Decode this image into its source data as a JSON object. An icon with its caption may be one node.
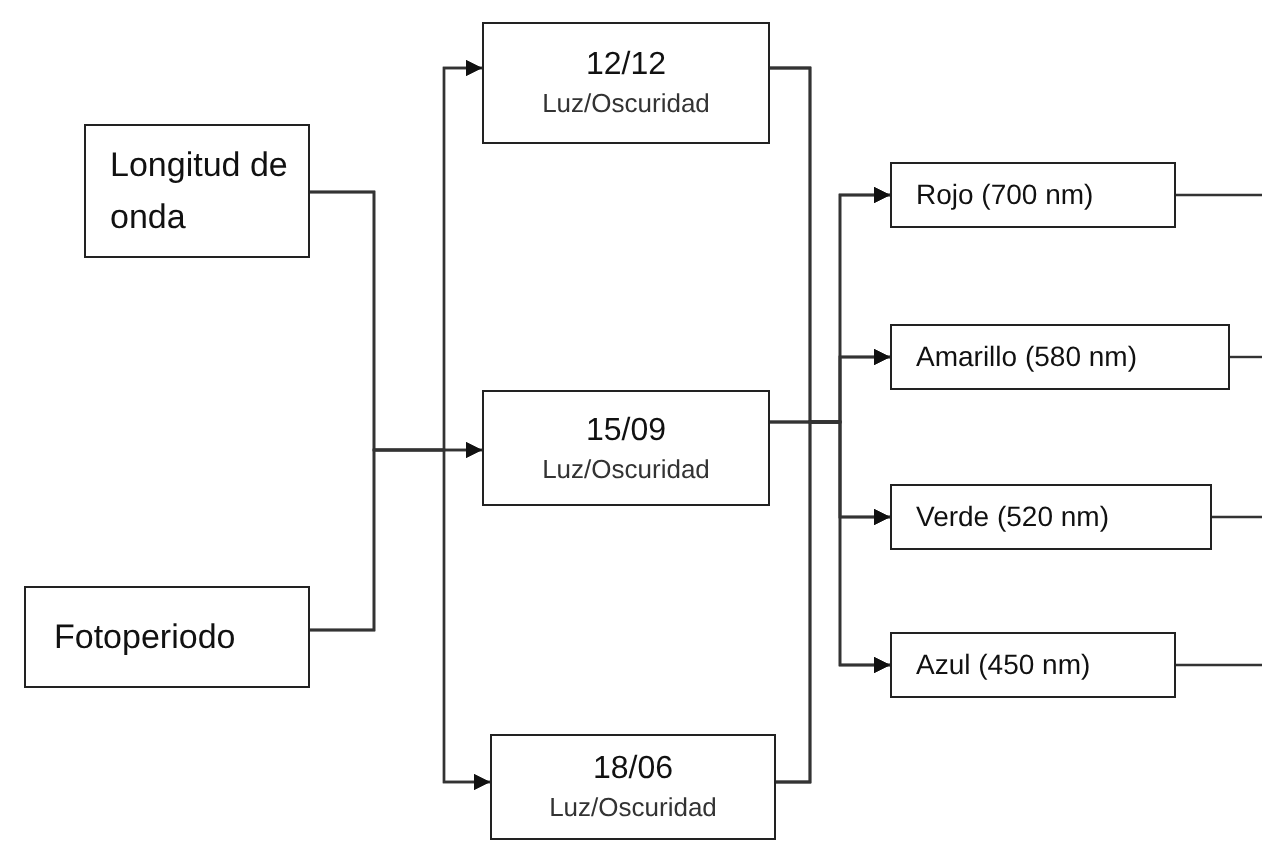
{
  "diagram": {
    "nodes": [
      {
        "text": [
          "Longitud de onda"
        ]
      },
      {
        "text": [
          "Fotoperiodo"
        ]
      },
      {
        "text": [
          "12/12",
          "Luz/Oscuridad"
        ]
      },
      {
        "text": [
          "15/09",
          "Luz/Oscuridad"
        ]
      },
      {
        "text": [
          "18/06",
          "Luz/Oscuridad"
        ]
      },
      {
        "text": [
          "Rojo (700 nm)"
        ]
      },
      {
        "text": [
          "Amarillo (580 nm)"
        ]
      },
      {
        "text": [
          "Verde (520 nm)"
        ]
      },
      {
        "text": [
          "Azul (450 nm)"
        ]
      }
    ],
    "edges": [
      {
        "from": 0,
        "to": 2,
        "arrow": "to"
      },
      {
        "from": 0,
        "to": 3,
        "arrow": "to"
      },
      {
        "from": 0,
        "to": 4,
        "arrow": "to"
      },
      {
        "from": 1,
        "to": 2,
        "arrow": "to"
      },
      {
        "from": 1,
        "to": 3,
        "arrow": "to"
      },
      {
        "from": 1,
        "to": 4,
        "arrow": "to"
      },
      {
        "from": 2,
        "to": 5,
        "arrow": "to"
      },
      {
        "from": 2,
        "to": 6,
        "arrow": "to"
      },
      {
        "from": 2,
        "to": 7,
        "arrow": "to"
      },
      {
        "from": 2,
        "to": 8,
        "arrow": "to"
      },
      {
        "from": 3,
        "to": 5,
        "arrow": "to"
      },
      {
        "from": 3,
        "to": 6,
        "arrow": "to"
      },
      {
        "from": 3,
        "to": 7,
        "arrow": "to"
      },
      {
        "from": 3,
        "to": 8,
        "arrow": "to"
      },
      {
        "from": 4,
        "to": 5,
        "arrow": "to"
      },
      {
        "from": 4,
        "to": 6,
        "arrow": "to"
      },
      {
        "from": 4,
        "to": 7,
        "arrow": "to"
      },
      {
        "from": 4,
        "to": 8,
        "arrow": "to"
      },
      {
        "from": 5,
        "to": null,
        "arrow": "none"
      },
      {
        "from": 6,
        "to": null,
        "arrow": "none"
      },
      {
        "from": 7,
        "to": null,
        "arrow": "none"
      },
      {
        "from": 8,
        "to": null,
        "arrow": "none"
      }
    ]
  }
}
